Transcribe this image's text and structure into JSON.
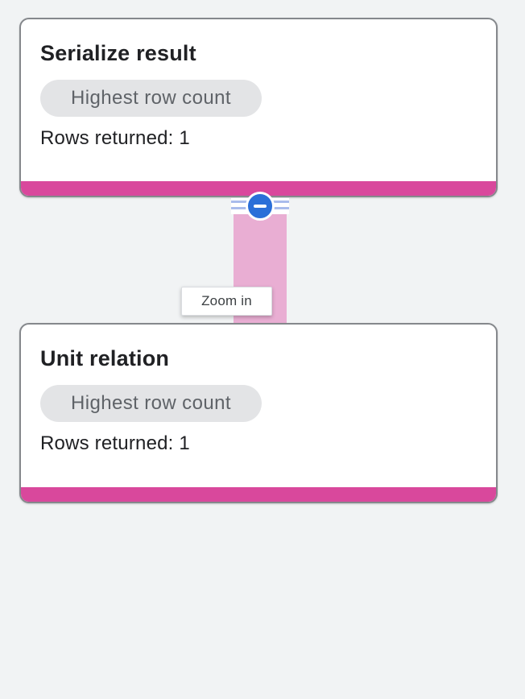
{
  "page": {
    "background_color": "#f1f3f4"
  },
  "plan": {
    "nodes": [
      {
        "title": "Serialize result",
        "badge": "Highest row count",
        "rows": "Rows returned: 1"
      },
      {
        "title": "Unit relation",
        "badge": "Highest row count",
        "rows": "Rows returned: 1"
      }
    ],
    "edge": {
      "tooltip": "Zoom in",
      "icon": "collapse-minus-icon"
    },
    "colors": {
      "card_accent": "#d9489c",
      "edge_fill": "#e9aed3",
      "collapse_button": "#2b6fd8",
      "collapsed_row_stripes": "#a9bcec",
      "badge_background": "#e3e4e6",
      "badge_text": "#5f6368",
      "title_text": "#202124",
      "card_border": "#85888c"
    }
  }
}
